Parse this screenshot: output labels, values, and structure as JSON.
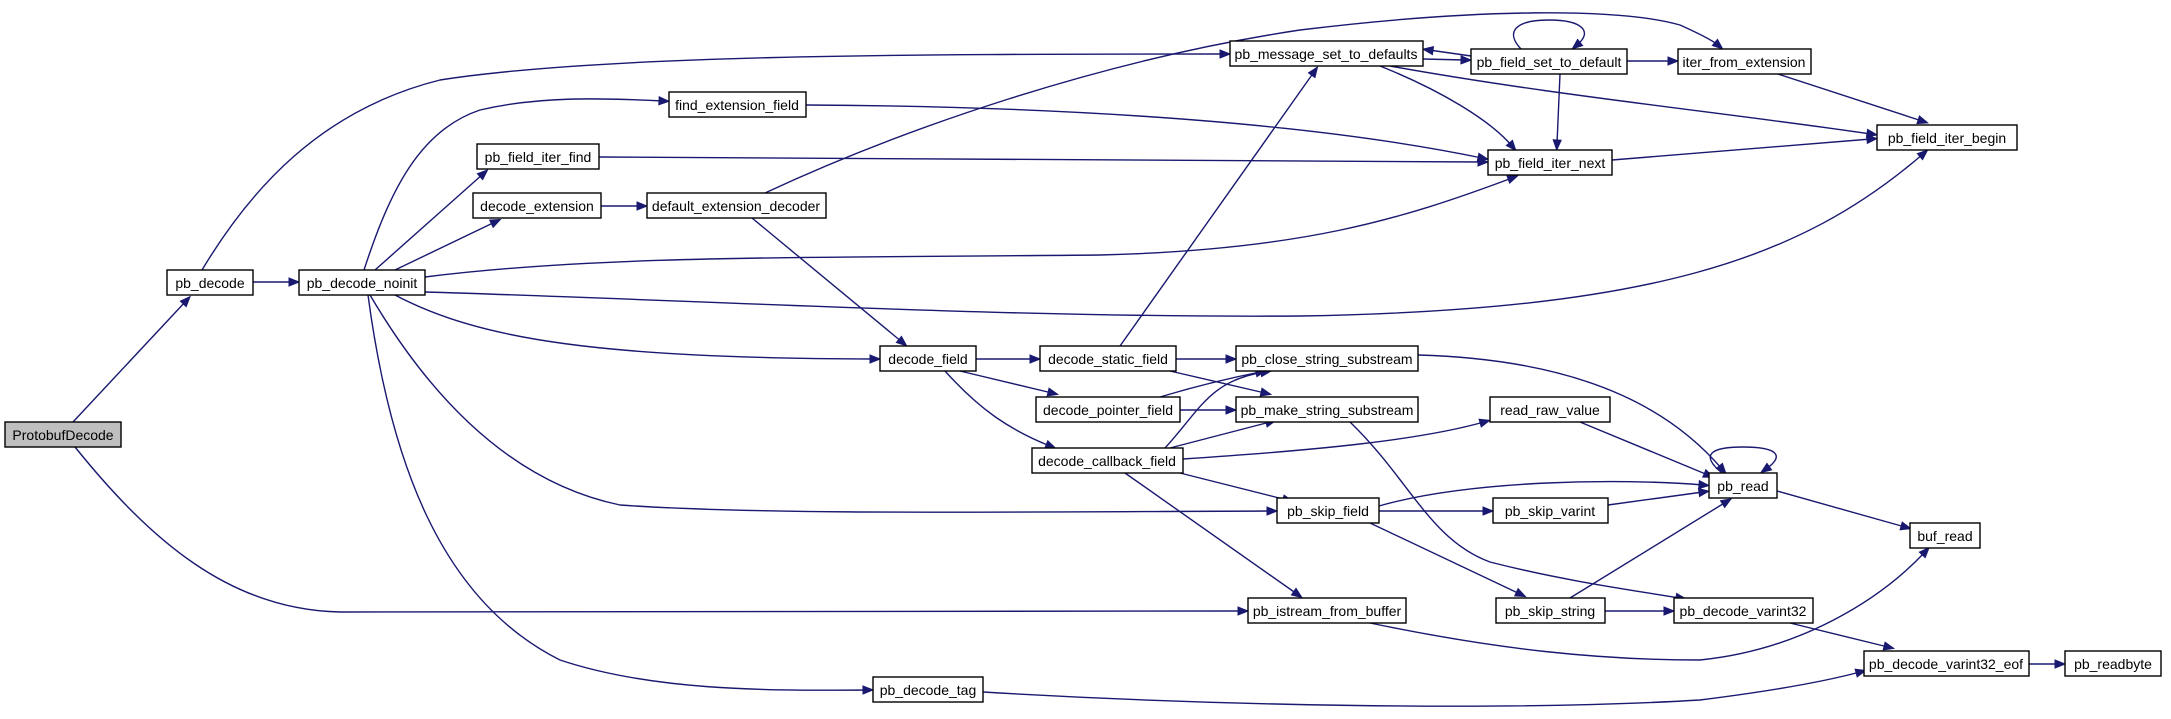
{
  "diagram": {
    "colors": {
      "edge": "#191970",
      "root_fill": "#bfbfbf",
      "node_fill": "#ffffff",
      "node_border": "#000000"
    },
    "nodes": {
      "ProtobufDecode": "ProtobufDecode",
      "pb_decode": "pb_decode",
      "pb_decode_noinit": "pb_decode_noinit",
      "find_extension_field": "find_extension_field",
      "pb_field_iter_find": "pb_field_iter_find",
      "decode_extension": "decode_extension",
      "default_extension_decoder": "default_extension_decoder",
      "pb_message_set_to_defaults": "pb_message_set_to_defaults",
      "pb_field_set_to_default": "pb_field_set_to_default",
      "iter_from_extension": "iter_from_extension",
      "pb_field_iter_begin": "pb_field_iter_begin",
      "pb_field_iter_next": "pb_field_iter_next",
      "decode_field": "decode_field",
      "decode_static_field": "decode_static_field",
      "decode_pointer_field": "decode_pointer_field",
      "decode_callback_field": "decode_callback_field",
      "pb_close_string_substream": "pb_close_string_substream",
      "pb_make_string_substream": "pb_make_string_substream",
      "read_raw_value": "read_raw_value",
      "pb_read": "pb_read",
      "buf_read": "buf_read",
      "pb_skip_field": "pb_skip_field",
      "pb_skip_varint": "pb_skip_varint",
      "pb_skip_string": "pb_skip_string",
      "pb_istream_from_buffer": "pb_istream_from_buffer",
      "pb_decode_varint32": "pb_decode_varint32",
      "pb_decode_varint32_eof": "pb_decode_varint32_eof",
      "pb_readbyte": "pb_readbyte",
      "pb_decode_tag": "pb_decode_tag"
    },
    "edges": [
      [
        "ProtobufDecode",
        "pb_decode"
      ],
      [
        "ProtobufDecode",
        "pb_istream_from_buffer"
      ],
      [
        "pb_decode",
        "pb_decode_noinit"
      ],
      [
        "pb_decode",
        "pb_message_set_to_defaults"
      ],
      [
        "pb_decode_noinit",
        "find_extension_field"
      ],
      [
        "pb_decode_noinit",
        "pb_field_iter_find"
      ],
      [
        "pb_decode_noinit",
        "decode_extension"
      ],
      [
        "pb_decode_noinit",
        "pb_field_iter_next"
      ],
      [
        "pb_decode_noinit",
        "pb_field_iter_begin"
      ],
      [
        "pb_decode_noinit",
        "decode_field"
      ],
      [
        "pb_decode_noinit",
        "pb_skip_field"
      ],
      [
        "pb_decode_noinit",
        "pb_decode_tag"
      ],
      [
        "find_extension_field",
        "pb_field_iter_next"
      ],
      [
        "pb_field_iter_find",
        "pb_field_iter_next"
      ],
      [
        "decode_extension",
        "default_extension_decoder"
      ],
      [
        "default_extension_decoder",
        "iter_from_extension"
      ],
      [
        "default_extension_decoder",
        "decode_field"
      ],
      [
        "pb_message_set_to_defaults",
        "pb_field_set_to_default"
      ],
      [
        "pb_message_set_to_defaults",
        "pb_field_iter_next"
      ],
      [
        "pb_message_set_to_defaults",
        "pb_field_iter_begin"
      ],
      [
        "pb_field_set_to_default",
        "pb_message_set_to_defaults"
      ],
      [
        "pb_field_set_to_default",
        "pb_field_set_to_default"
      ],
      [
        "pb_field_set_to_default",
        "iter_from_extension"
      ],
      [
        "pb_field_set_to_default",
        "pb_field_iter_next"
      ],
      [
        "iter_from_extension",
        "pb_field_iter_begin"
      ],
      [
        "pb_field_iter_next",
        "pb_field_iter_begin"
      ],
      [
        "decode_field",
        "decode_static_field"
      ],
      [
        "decode_field",
        "decode_pointer_field"
      ],
      [
        "decode_field",
        "decode_callback_field"
      ],
      [
        "decode_static_field",
        "pb_message_set_to_defaults"
      ],
      [
        "decode_static_field",
        "pb_close_string_substream"
      ],
      [
        "decode_static_field",
        "pb_make_string_substream"
      ],
      [
        "decode_pointer_field",
        "pb_close_string_substream"
      ],
      [
        "decode_pointer_field",
        "pb_make_string_substream"
      ],
      [
        "decode_callback_field",
        "pb_close_string_substream"
      ],
      [
        "decode_callback_field",
        "pb_make_string_substream"
      ],
      [
        "decode_callback_field",
        "read_raw_value"
      ],
      [
        "decode_callback_field",
        "pb_skip_field"
      ],
      [
        "decode_callback_field",
        "pb_istream_from_buffer"
      ],
      [
        "pb_close_string_substream",
        "pb_read"
      ],
      [
        "pb_make_string_substream",
        "pb_decode_varint32"
      ],
      [
        "read_raw_value",
        "pb_read"
      ],
      [
        "pb_read",
        "pb_read"
      ],
      [
        "pb_read",
        "buf_read"
      ],
      [
        "pb_skip_field",
        "pb_read"
      ],
      [
        "pb_skip_field",
        "pb_skip_varint"
      ],
      [
        "pb_skip_field",
        "pb_skip_string"
      ],
      [
        "pb_skip_varint",
        "pb_read"
      ],
      [
        "pb_skip_string",
        "pb_read"
      ],
      [
        "pb_skip_string",
        "pb_decode_varint32"
      ],
      [
        "pb_istream_from_buffer",
        "buf_read"
      ],
      [
        "pb_decode_varint32",
        "pb_decode_varint32_eof"
      ],
      [
        "pb_decode_varint32_eof",
        "pb_readbyte"
      ],
      [
        "pb_decode_tag",
        "pb_decode_varint32_eof"
      ]
    ]
  }
}
